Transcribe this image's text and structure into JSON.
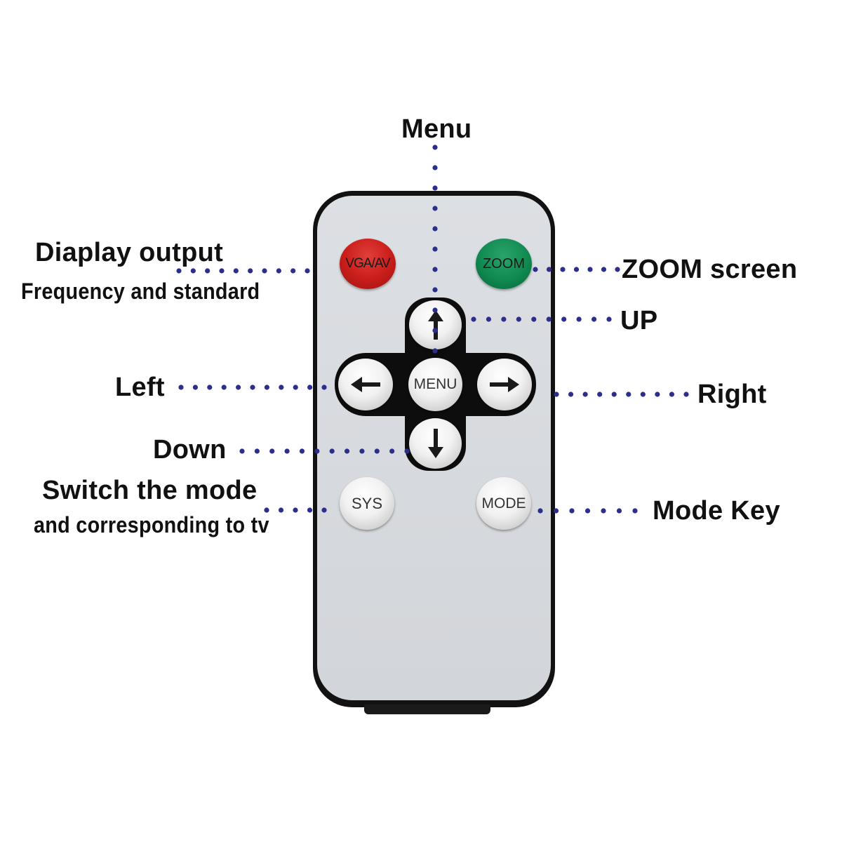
{
  "remote": {
    "buttons": {
      "vga": "VGA/AV",
      "zoom": "ZOOM",
      "menu": "MENU",
      "sys": "SYS",
      "mode": "MODE",
      "up_icon": "arrow-up-icon",
      "down_icon": "arrow-down-icon",
      "left_icon": "arrow-left-icon",
      "right_icon": "arrow-right-icon"
    },
    "colors": {
      "vga": "#cc1f1c",
      "zoom": "#108a50",
      "body": "#121212",
      "face": "#d6d9dd",
      "dots": "#2b2e8c"
    }
  },
  "callouts": {
    "menu": "Menu",
    "display_output_line1": "Diaplay output",
    "display_output_line2": "Frequency and standard",
    "zoom_screen": "ZOOM screen",
    "up": "UP",
    "left": "Left",
    "right": "Right",
    "down": "Down",
    "switch_mode_line1": "Switch the mode",
    "switch_mode_line2": "and corresponding to tv",
    "mode_key": "Mode Key"
  }
}
